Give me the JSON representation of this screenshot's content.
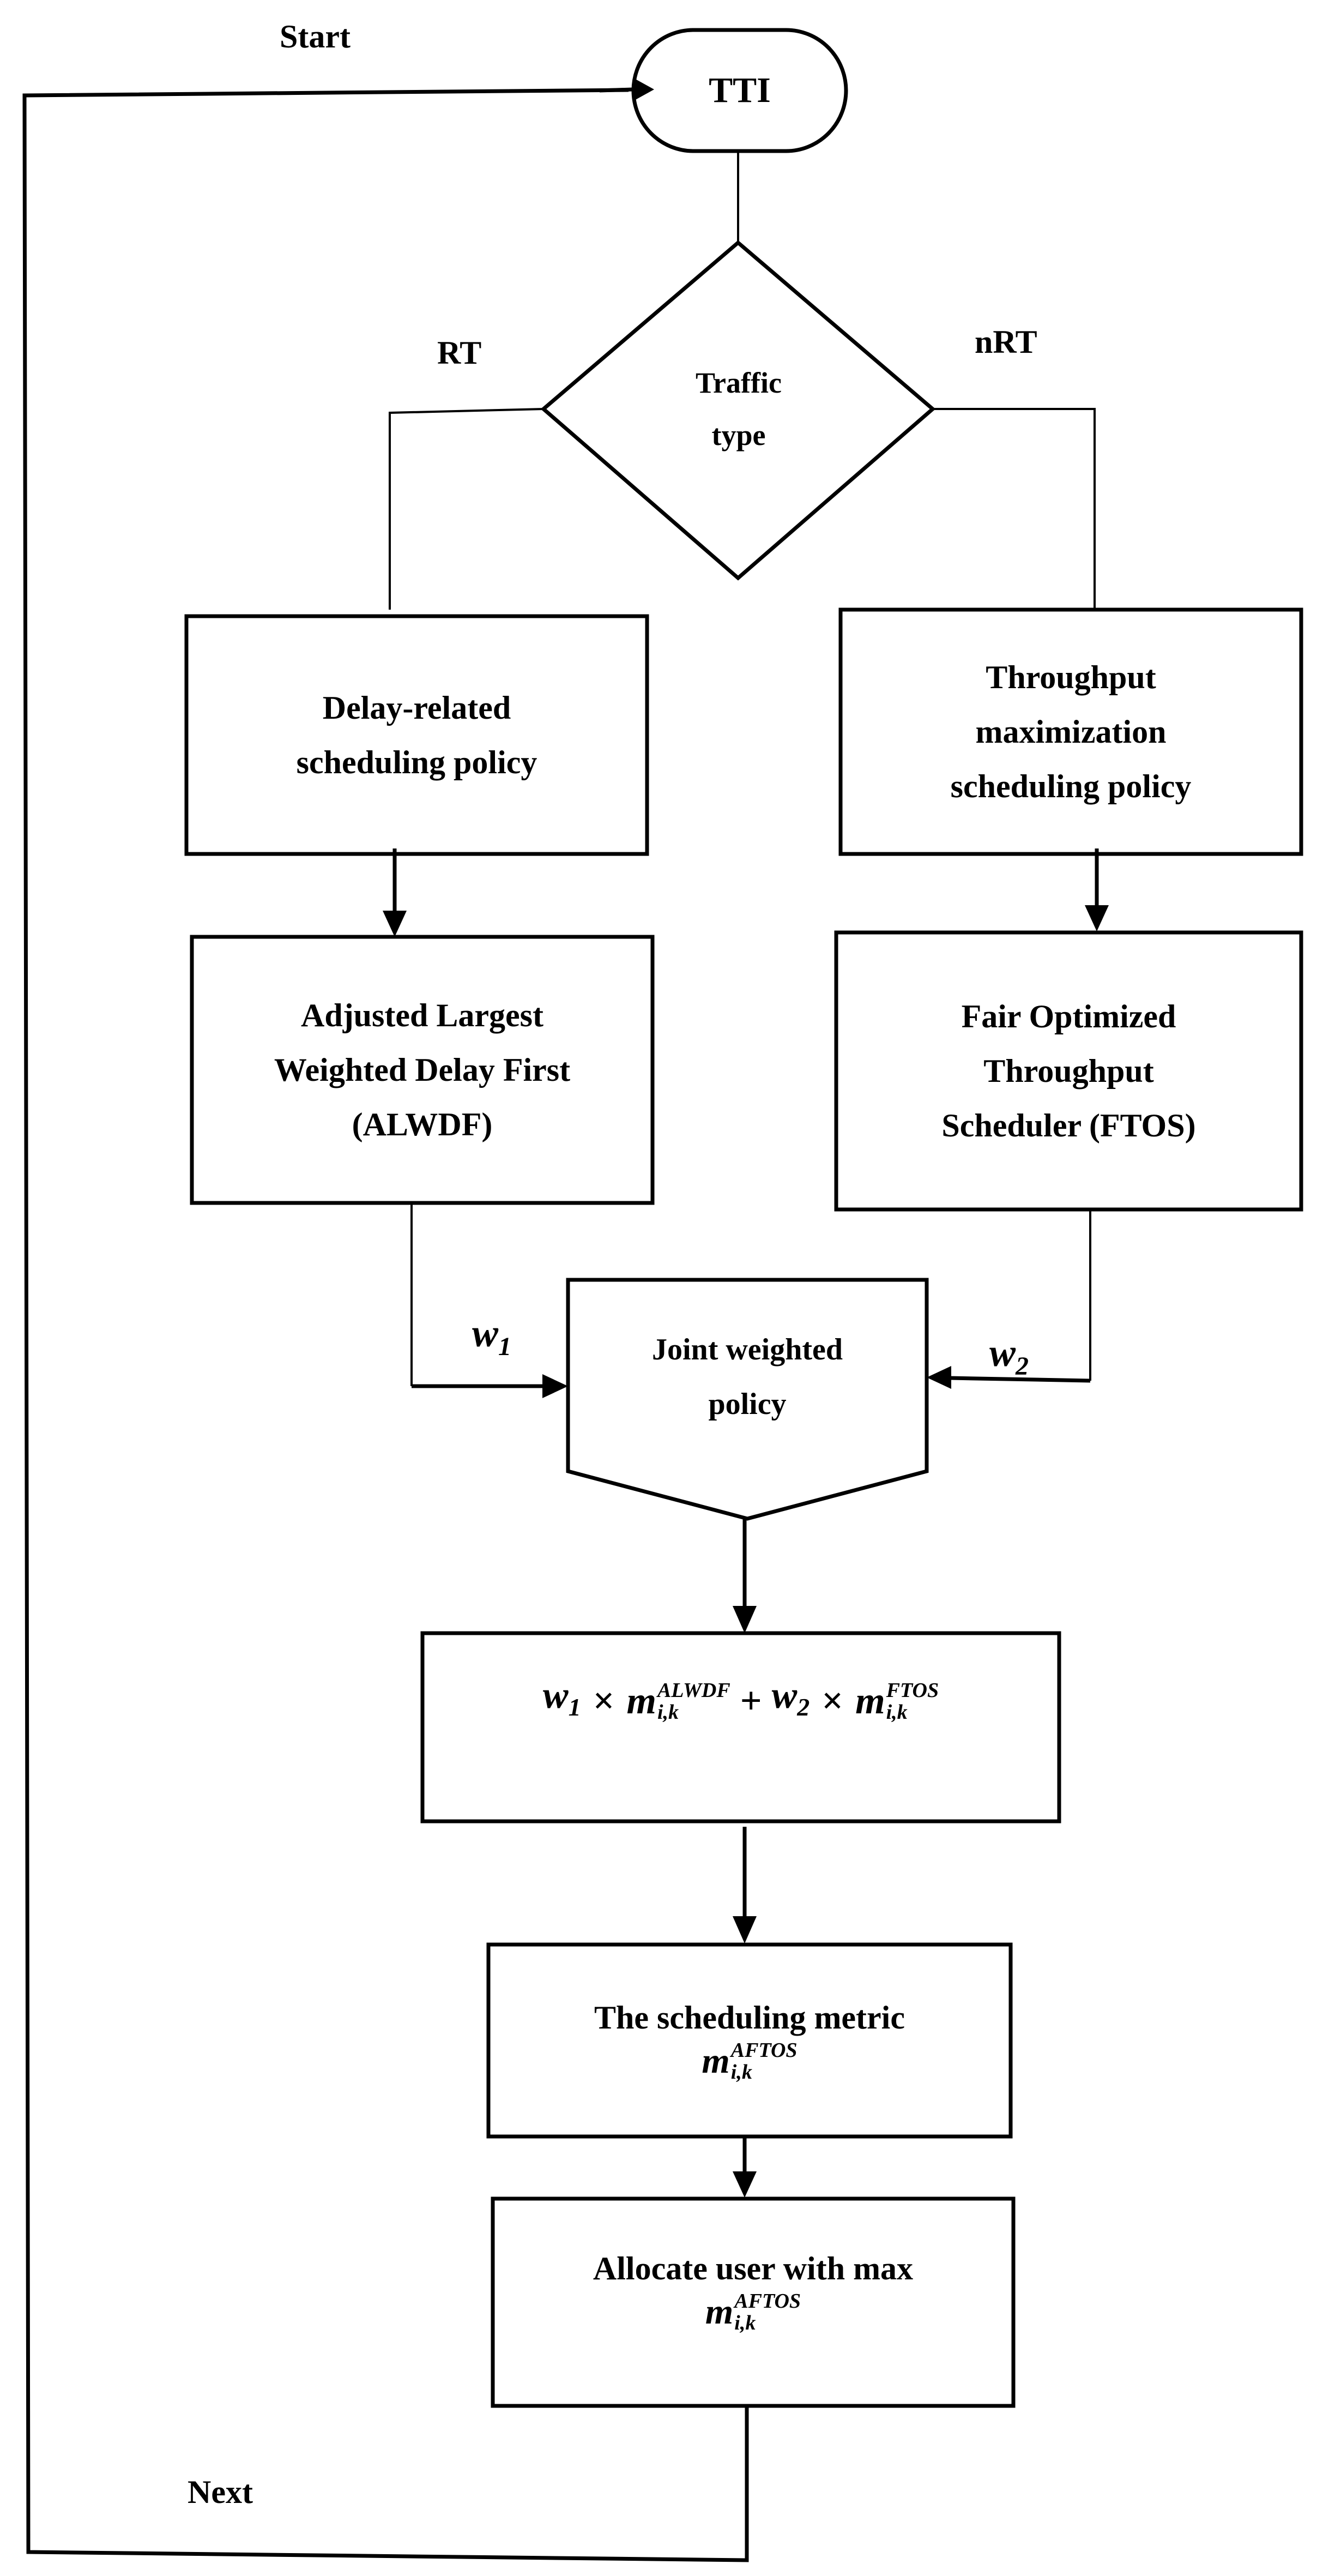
{
  "labels": {
    "start": "Start",
    "rt": "RT",
    "nrt": "nRT",
    "next": "Next",
    "w1_base": "w",
    "w1_sub": "1",
    "w2_base": "w",
    "w2_sub": "2"
  },
  "nodes": {
    "tti": "TTI",
    "traffic_line1": "Traffic",
    "traffic_line2": "type",
    "delay_line1": "Delay-related",
    "delay_line2": "scheduling policy",
    "thr_line1": "Throughput",
    "thr_line2": "maximization",
    "thr_line3": "scheduling policy",
    "alwdf_line1": "Adjusted Largest",
    "alwdf_line2": "Weighted Delay First",
    "alwdf_line3": "(ALWDF)",
    "ftos_line1": "Fair Optimized",
    "ftos_line2": "Throughput",
    "ftos_line3": "Scheduler (FTOS)",
    "joint_line1": "Joint weighted",
    "joint_line2": "policy",
    "formula": {
      "w1": "w",
      "w1_sub": "1",
      "times1": "×",
      "m1": "m",
      "m1_sup": "ALWDF",
      "m1_sub": "i,k",
      "plus": "+",
      "w2": "w",
      "w2_sub": "2",
      "times2": "×",
      "m2": "m",
      "m2_sup": "FTOS",
      "m2_sub": "i,k"
    },
    "metric_line1": "The scheduling metric",
    "metric_m": "m",
    "metric_sup": "AFTOS",
    "metric_sub": "i,k",
    "alloc_line1": "Allocate user with max",
    "alloc_m": "m",
    "alloc_sup": "AFTOS",
    "alloc_sub": "i,k"
  }
}
